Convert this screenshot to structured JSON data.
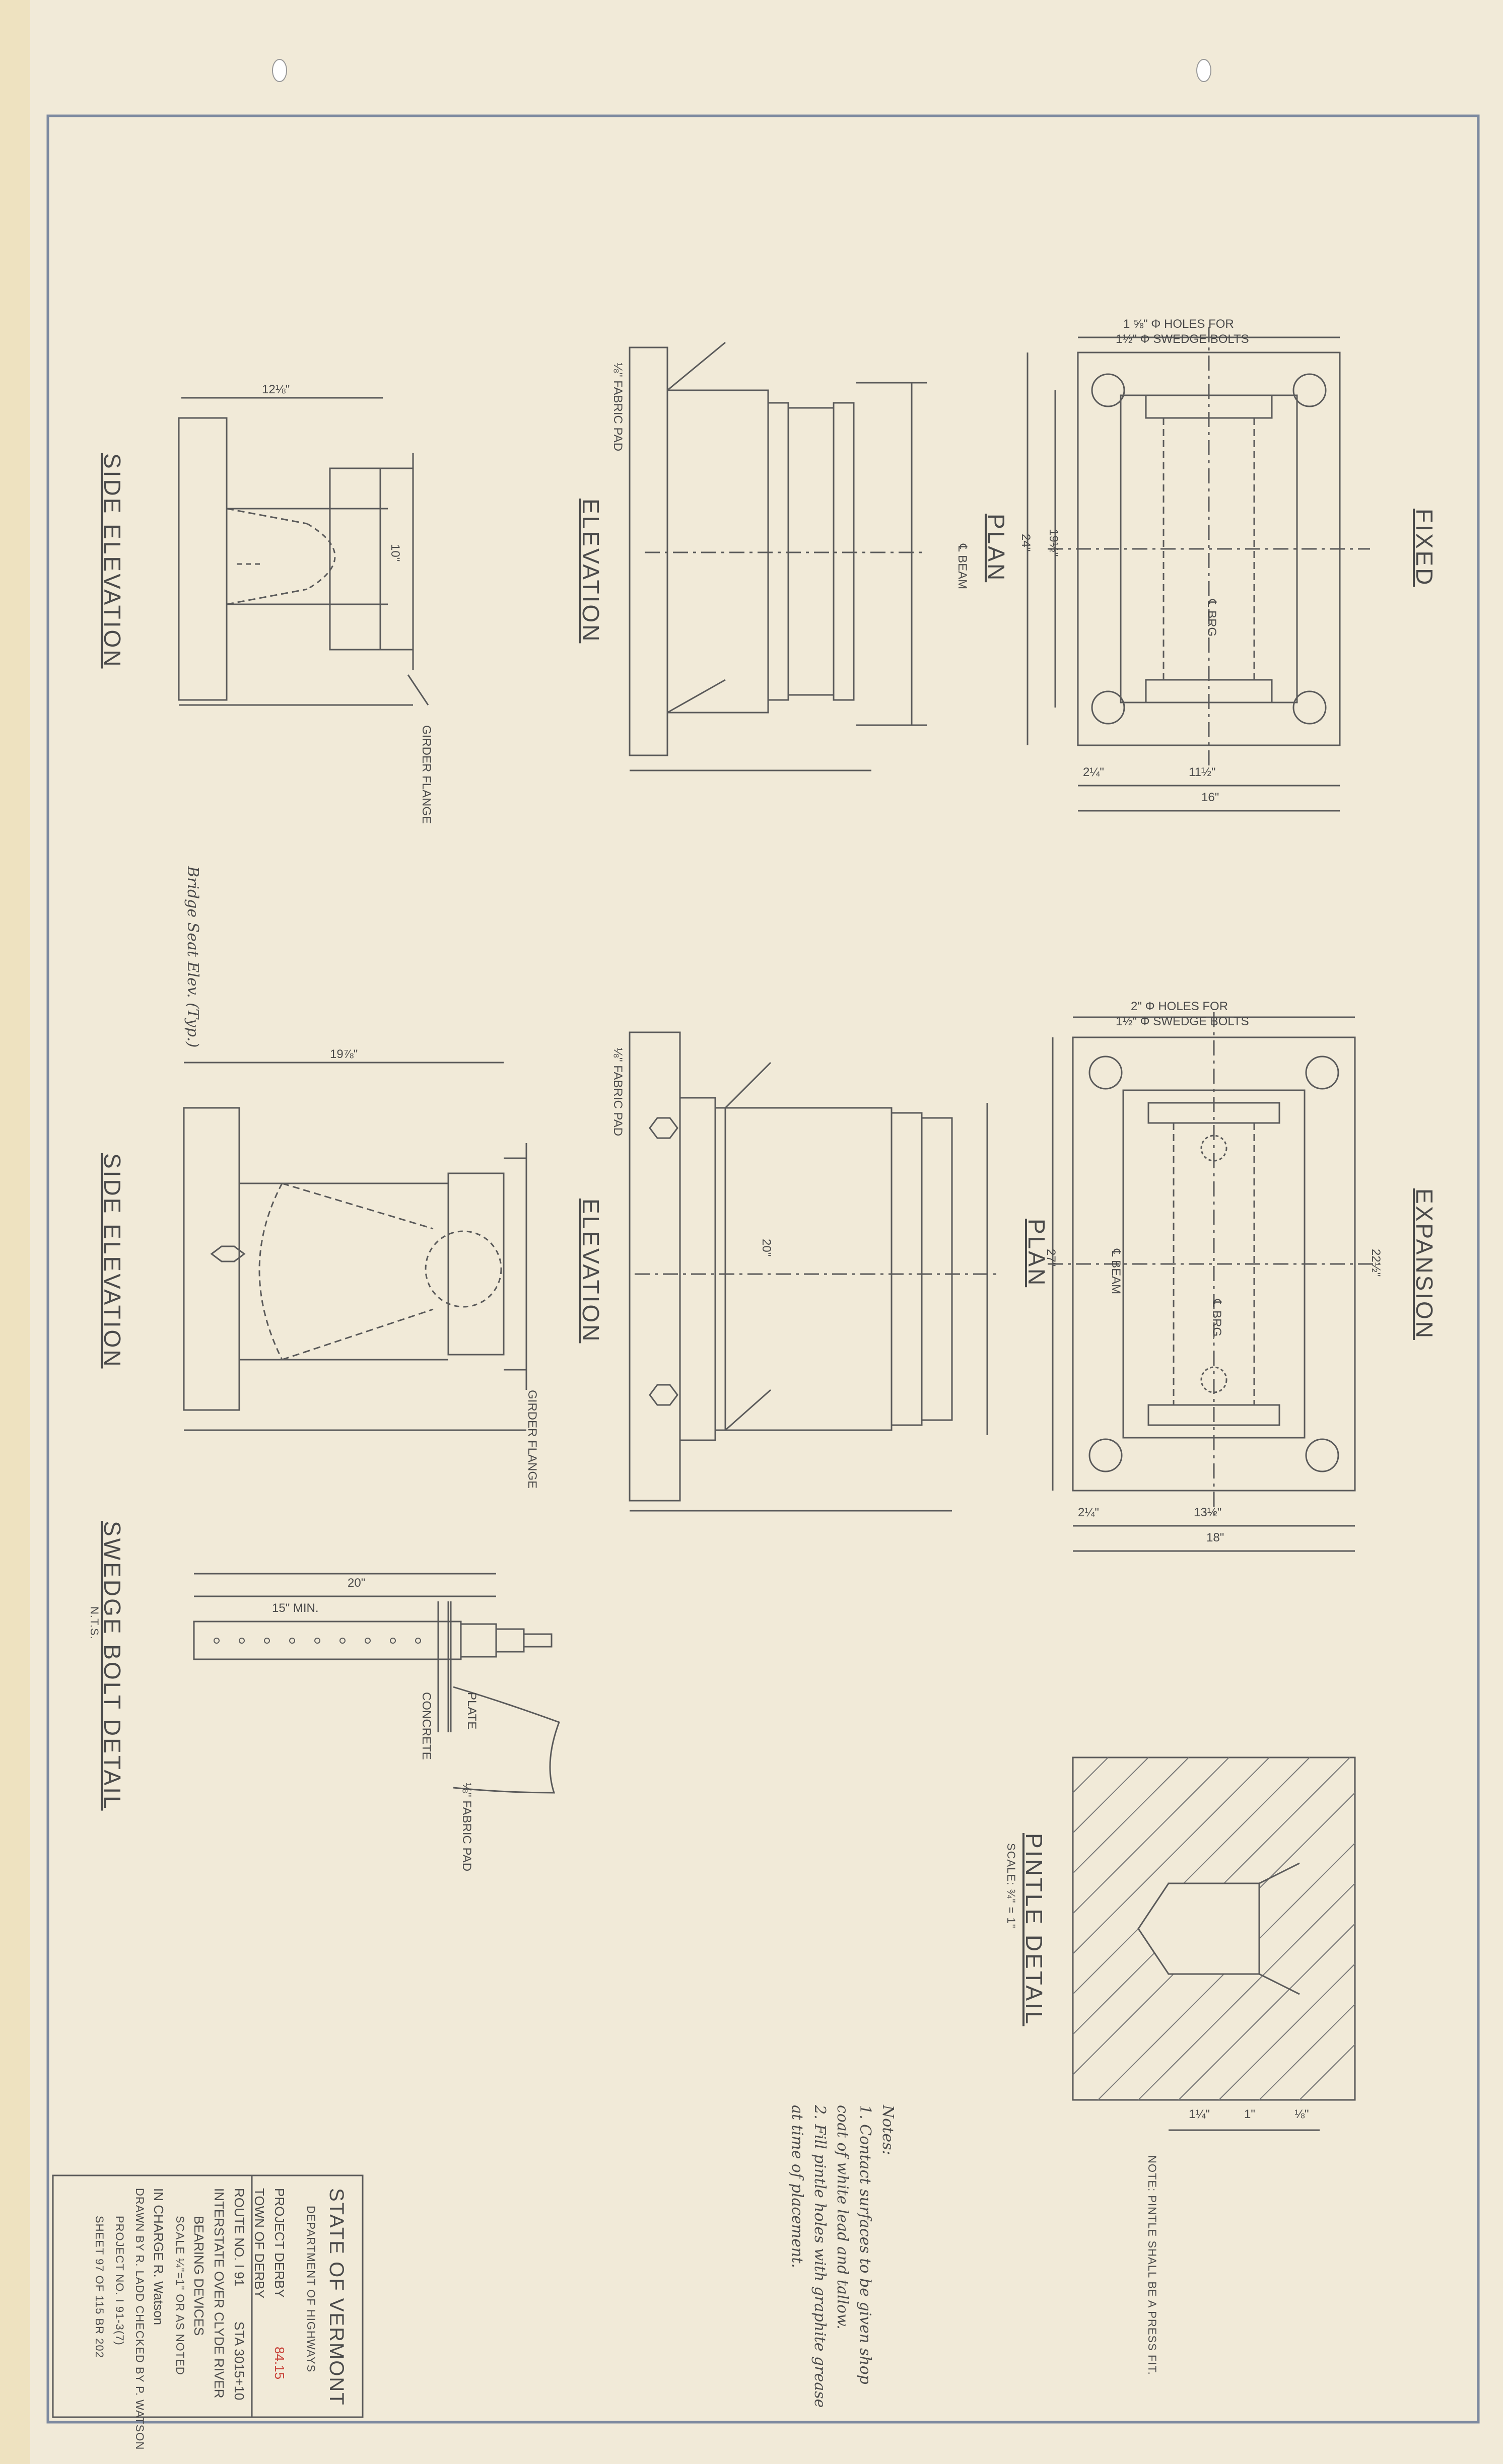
{
  "views": {
    "fixed": {
      "group_title": "FIXED",
      "side_elevation": "SIDE ELEVATION",
      "elevation": "ELEVATION",
      "plan": "PLAN",
      "holes_note_1": "1 ⅝\" Φ HOLES FOR",
      "holes_note_2": "1½\" Φ SWEDGE BOLTS",
      "fabric_pad": "⅛\" FABRIC PAD",
      "girder_flange": "GIRDER FLANGE",
      "beam_cl": "℄ BEAM",
      "brg_cl": "℄ BRG.",
      "dims": {
        "side_width": "12⅛\"",
        "side_height": "10\"",
        "plan_height": "24\"",
        "plan_inner": "19½\"",
        "plan_width": "16\"",
        "plan_inner_w": "11½\"",
        "plan_edge": "2¼\""
      }
    },
    "expansion": {
      "group_title": "EXPANSION",
      "side_elevation": "SIDE ELEVATION",
      "elevation": "ELEVATION",
      "plan": "PLAN",
      "holes_note_1": "2\" Φ HOLES FOR",
      "holes_note_2": "1½\" Φ SWEDGE BOLTS",
      "fabric_pad": "⅛\" FABRIC PAD",
      "girder_flange": "GIRDER FLANGE",
      "beam_cl": "℄ BEAM",
      "brg_cl": "℄ BRG.",
      "bridge_seat": "Bridge Seat Elev. (Typ.)",
      "dims": {
        "side_width": "19⅞\"",
        "elev_height": "20\"",
        "plan_height": "27\"",
        "plan_inner": "22½\"",
        "plan_width": "18\"",
        "plan_inner_w": "13½\"",
        "plan_edge": "2¼\""
      }
    }
  },
  "swedge_bolt": {
    "title": "SWEDGE BOLT DETAIL",
    "scale": "N.T.S.",
    "len_total": "20\"",
    "len_min": "15\" MIN.",
    "plate": "PLATE",
    "concrete": "CONCRETE",
    "fabric_pad": "⅛\" FABRIC PAD"
  },
  "pintle": {
    "title": "PINTLE DETAIL",
    "scale": "SCALE: ¾\" = 1\"",
    "note": "NOTE: PINTLE SHALL BE A PRESS FIT.",
    "dims": [
      "1¼\"",
      "1\"",
      "⅛\""
    ]
  },
  "notes": {
    "heading": "Notes:",
    "lines": [
      "1. Contact surfaces to be given shop",
      "coat of white lead and tallow.",
      "2. Fill pintle holes with graphite grease",
      "at time of placement."
    ]
  },
  "title_block": {
    "state": "STATE OF VERMONT",
    "dept": "DEPARTMENT OF HIGHWAYS",
    "project": "PROJECT   DERBY",
    "project_no_red": "84.15",
    "town": "TOWN OF   DERBY",
    "route": "ROUTE NO.  I 91",
    "sta": "STA  3015+10",
    "crossing": "INTERSTATE OVER CLYDE RIVER",
    "subject": "BEARING DEVICES",
    "scale": "SCALE ¼\"=1\" OR AS NOTED",
    "in_charge": "IN CHARGE   R. Watson",
    "drawn": "DRAWN BY R. LADD  CHECKED BY P. WATSON",
    "project_no": "PROJECT NO.  I 91-3(7)",
    "sheet": "SHEET  97  OF  115   BR 202"
  }
}
